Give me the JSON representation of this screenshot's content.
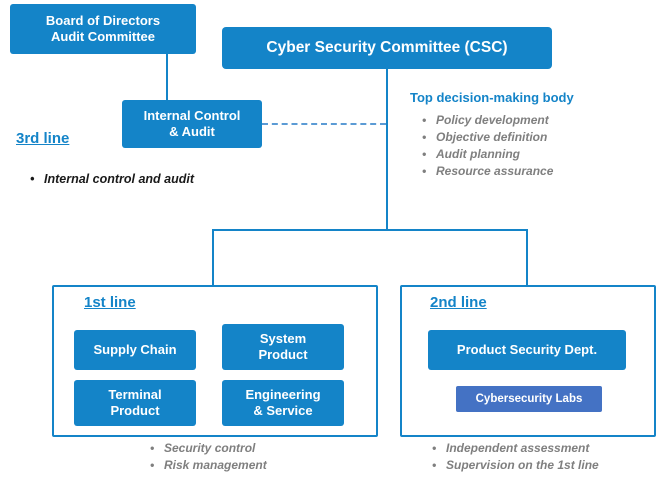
{
  "colors": {
    "primary_blue": "#1484C8",
    "labs_blue": "#4472C4",
    "bullet_gray": "#7F7F7F",
    "bullet_dark": "#1A1A1A",
    "background": "#FFFFFF"
  },
  "nodes": {
    "board": "Board of Directors\nAudit Committee",
    "csc": "Cyber Security Committee (CSC)",
    "internal_control": "Internal Control\n& Audit",
    "supply_chain": "Supply Chain",
    "system_product": "System\nProduct",
    "terminal_product": "Terminal\nProduct",
    "engineering_service": "Engineering\n& Service",
    "product_security": "Product Security Dept.",
    "cybersecurity_labs": "Cybersecurity Labs"
  },
  "annotations": {
    "third_line": {
      "title": "3rd line",
      "bullets": [
        "Internal control and audit"
      ]
    },
    "top_body": {
      "title": "Top decision-making body",
      "bullets": [
        "Policy development",
        "Objective definition",
        "Audit planning",
        "Resource assurance"
      ]
    },
    "first_line": {
      "title": "1st line",
      "bullets": [
        "Security control",
        "Risk management"
      ]
    },
    "second_line": {
      "title": "2nd line",
      "bullets": [
        "Independent assessment",
        "Supervision on the 1st line"
      ]
    }
  }
}
